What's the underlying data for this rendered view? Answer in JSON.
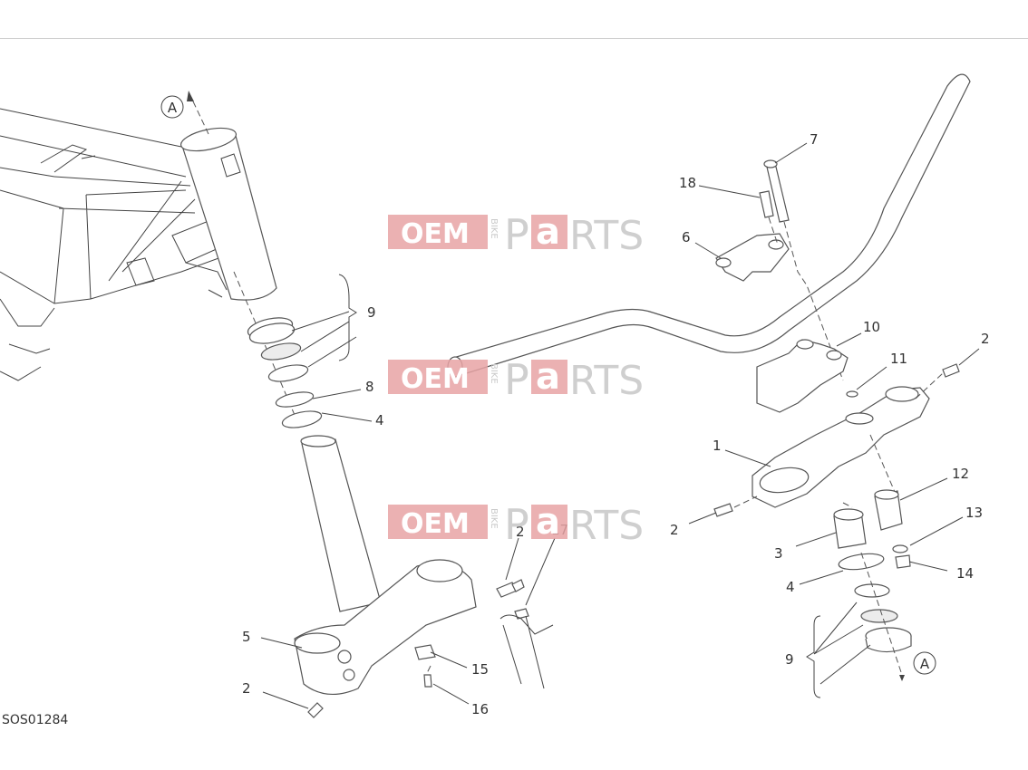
{
  "drawing_code": "SOS01284",
  "watermark": {
    "oem": "OEM",
    "bike": "BIKE",
    "p": "P",
    "a": "a",
    "rts": "RTS"
  },
  "reference_mark": "A",
  "callouts": {
    "c1": "1",
    "c2a": "2",
    "c2b": "2",
    "c2c": "2",
    "c2d": "2",
    "c3": "3",
    "c4a": "4",
    "c4b": "4",
    "c5": "5",
    "c6": "6",
    "c7": "7",
    "c8": "8",
    "c9a": "9",
    "c9b": "9",
    "c10": "10",
    "c11": "11",
    "c12": "12",
    "c13": "13",
    "c14": "14",
    "c15": "15",
    "c16": "16",
    "c17": "17",
    "c18": "18"
  },
  "colors": {
    "line": "#444444",
    "watermark_red": "#e8a3a4",
    "watermark_gray": "#cfcfcf"
  }
}
